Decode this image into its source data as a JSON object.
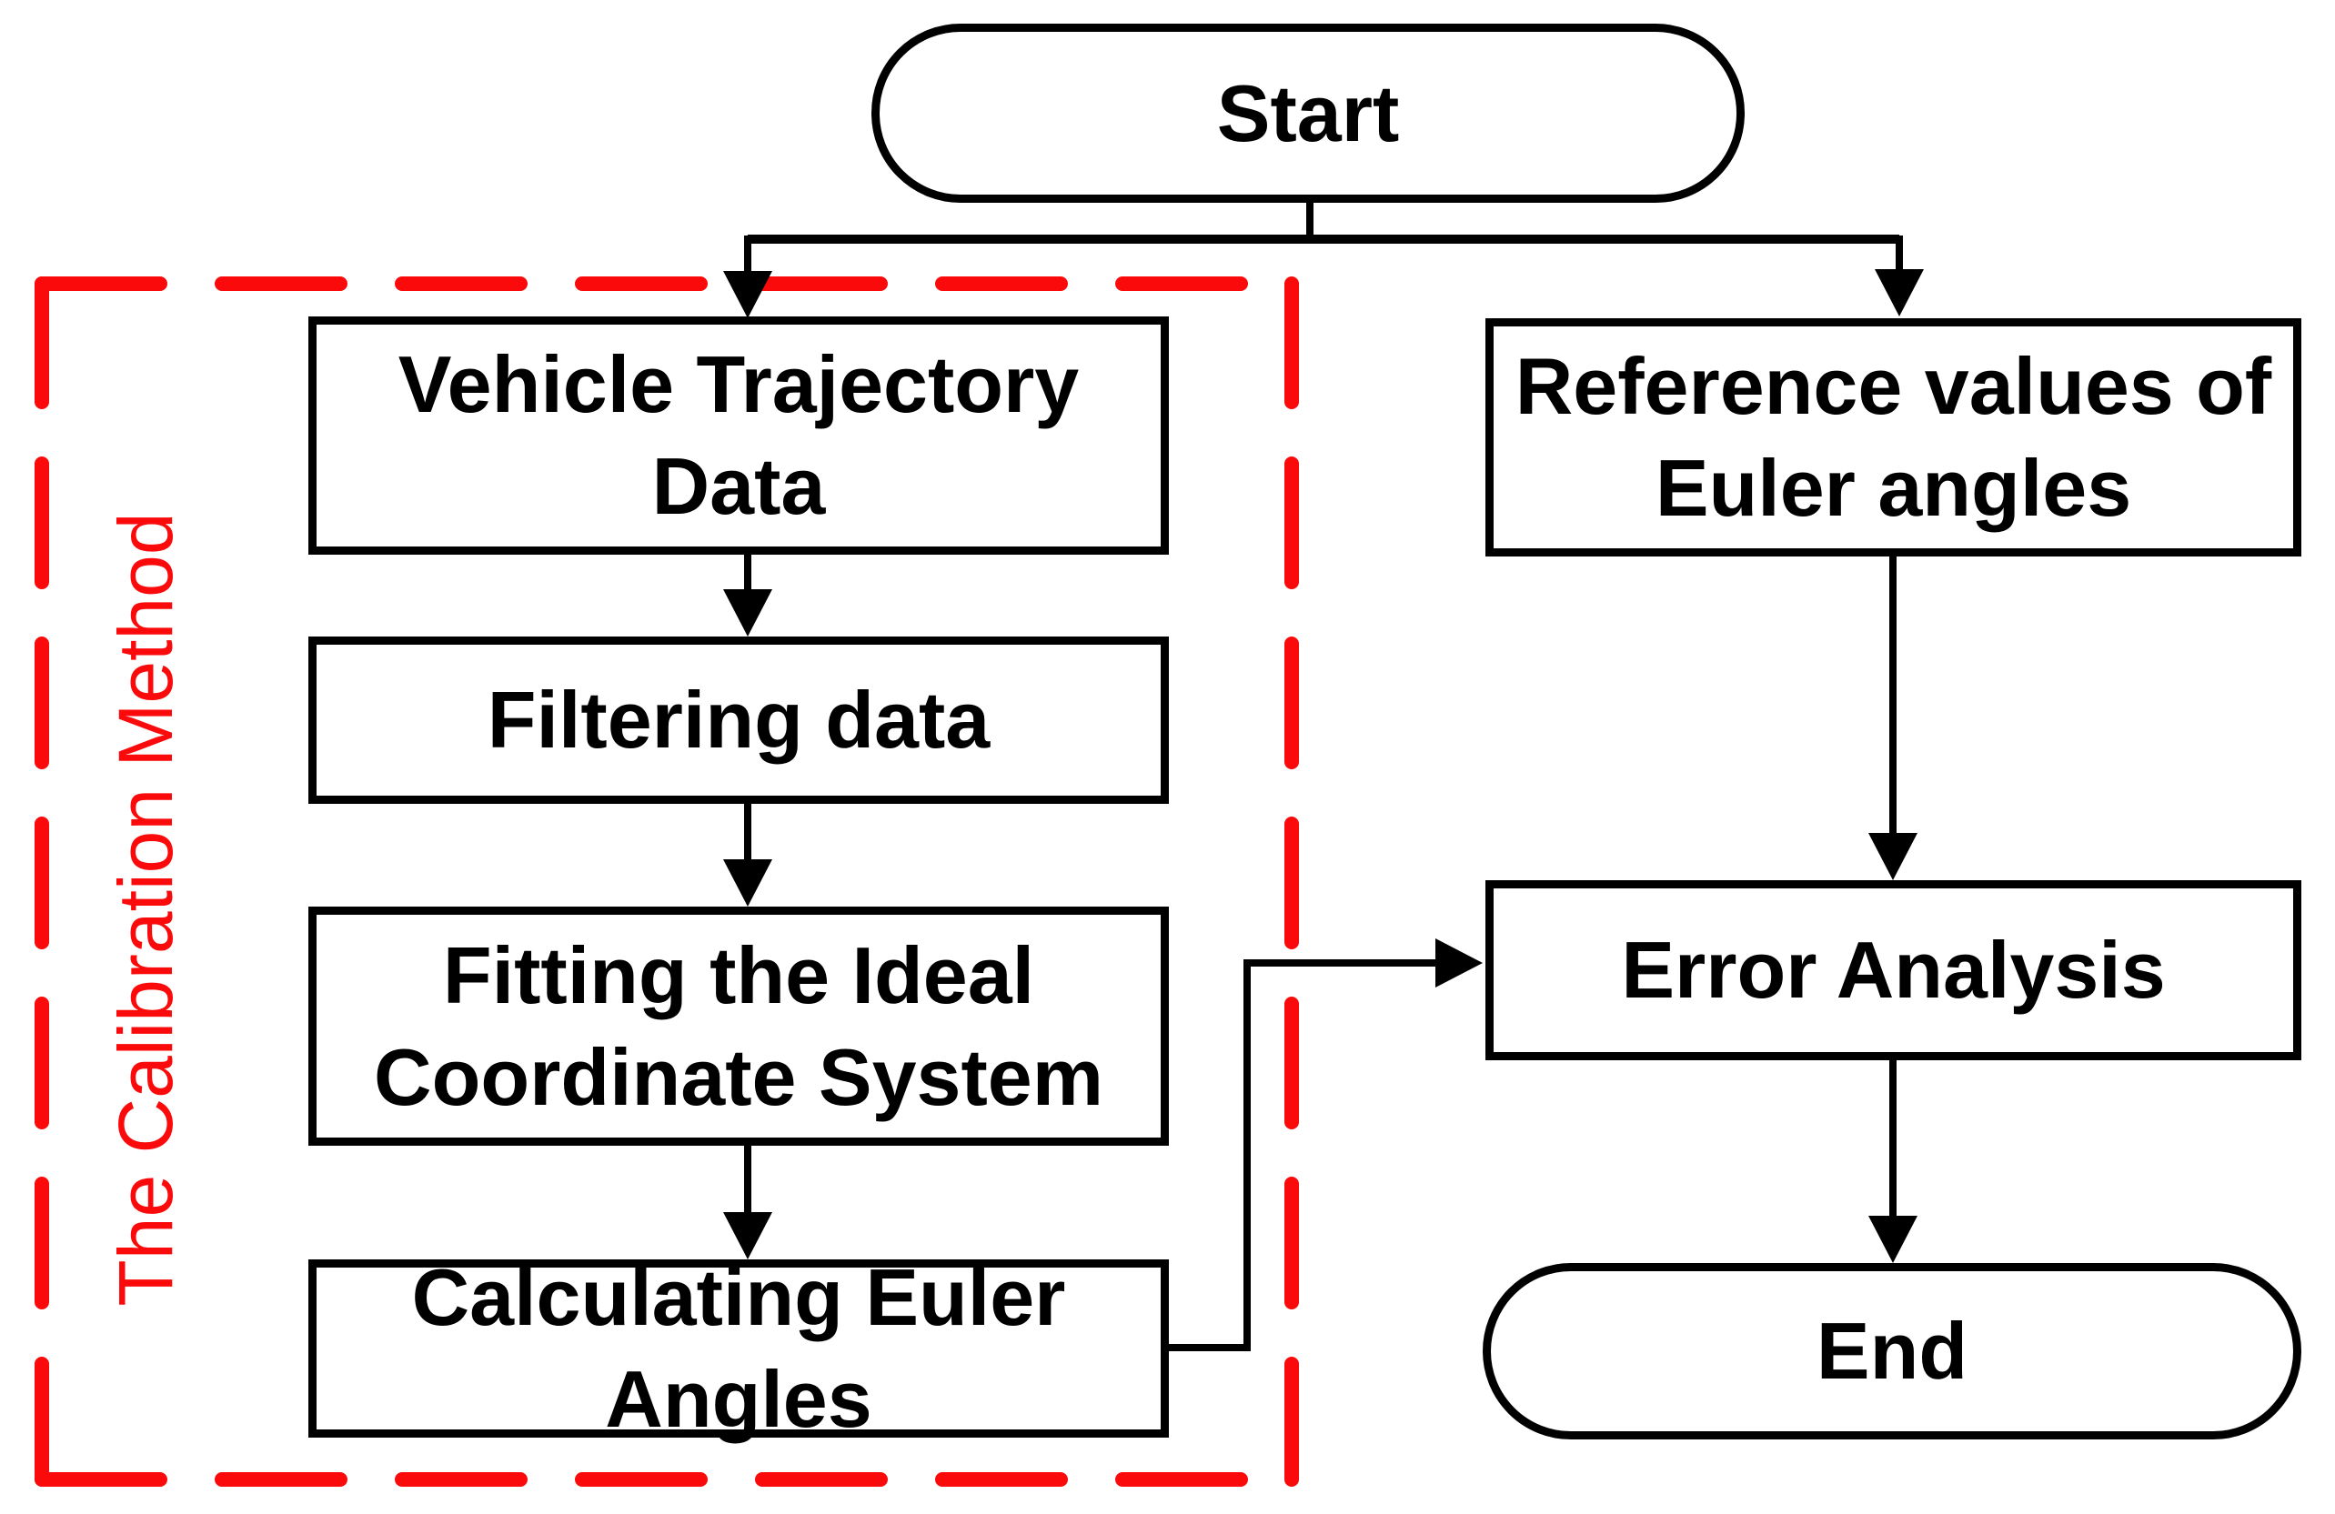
{
  "theme": {
    "background": "#FFFFFF",
    "line_color": "#000000",
    "accent_red": "#FA0A0A"
  },
  "frame": {
    "label": "The Calibration Method"
  },
  "nodes": {
    "start": {
      "lines": [
        "Start"
      ]
    },
    "vehicle_trajectory": {
      "lines": [
        "Vehicle Trajectory",
        "Data"
      ]
    },
    "filtering": {
      "lines": [
        "Filtering data"
      ]
    },
    "fitting": {
      "lines": [
        "Fitting the Ideal",
        "Coordinate System"
      ]
    },
    "calculating": {
      "lines": [
        "Calculating Euler",
        "Angles"
      ]
    },
    "reference": {
      "lines": [
        "Reference values of",
        "Euler angles"
      ]
    },
    "error_analysis": {
      "lines": [
        "Error Analysis"
      ]
    },
    "end": {
      "lines": [
        "End"
      ]
    }
  }
}
